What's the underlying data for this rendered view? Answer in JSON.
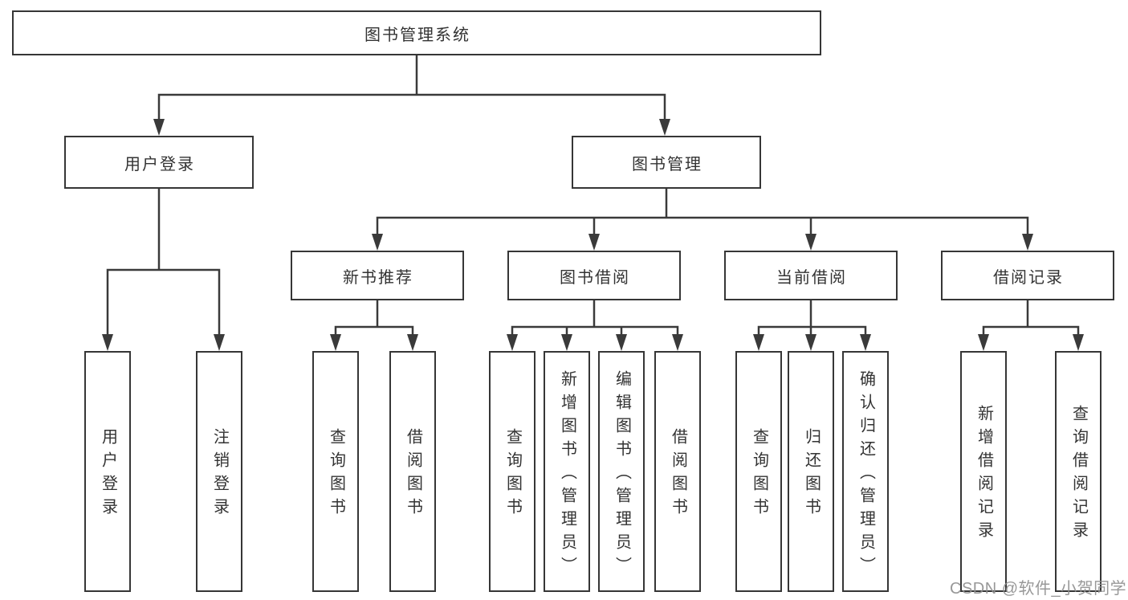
{
  "diagram_type": "hierarchy",
  "colors": {
    "line": "#3a3a3a",
    "border": "#363636",
    "text": "#333333",
    "background": "#ffffff",
    "watermark": "#8f8f8f"
  },
  "tree": {
    "label": "图书管理系统",
    "children": [
      {
        "label": "用户登录",
        "children": [
          {
            "label": "用户登录"
          },
          {
            "label": "注销登录"
          }
        ]
      },
      {
        "label": "图书管理",
        "children": [
          {
            "label": "新书推荐",
            "children": [
              {
                "label": "查询图书"
              },
              {
                "label": "借阅图书"
              }
            ]
          },
          {
            "label": "图书借阅",
            "children": [
              {
                "label": "查询图书"
              },
              {
                "label": "新增图书（管理员）"
              },
              {
                "label": "编辑图书（管理员）"
              },
              {
                "label": "借阅图书"
              }
            ]
          },
          {
            "label": "当前借阅",
            "children": [
              {
                "label": "查询图书"
              },
              {
                "label": "归还图书"
              },
              {
                "label": "确认归还（管理员）"
              }
            ]
          },
          {
            "label": "借阅记录",
            "children": [
              {
                "label": "新增借阅记录"
              },
              {
                "label": "查询借阅记录"
              }
            ]
          }
        ]
      }
    ]
  },
  "watermark": {
    "text": "CSDN @软件_小贺同学"
  }
}
